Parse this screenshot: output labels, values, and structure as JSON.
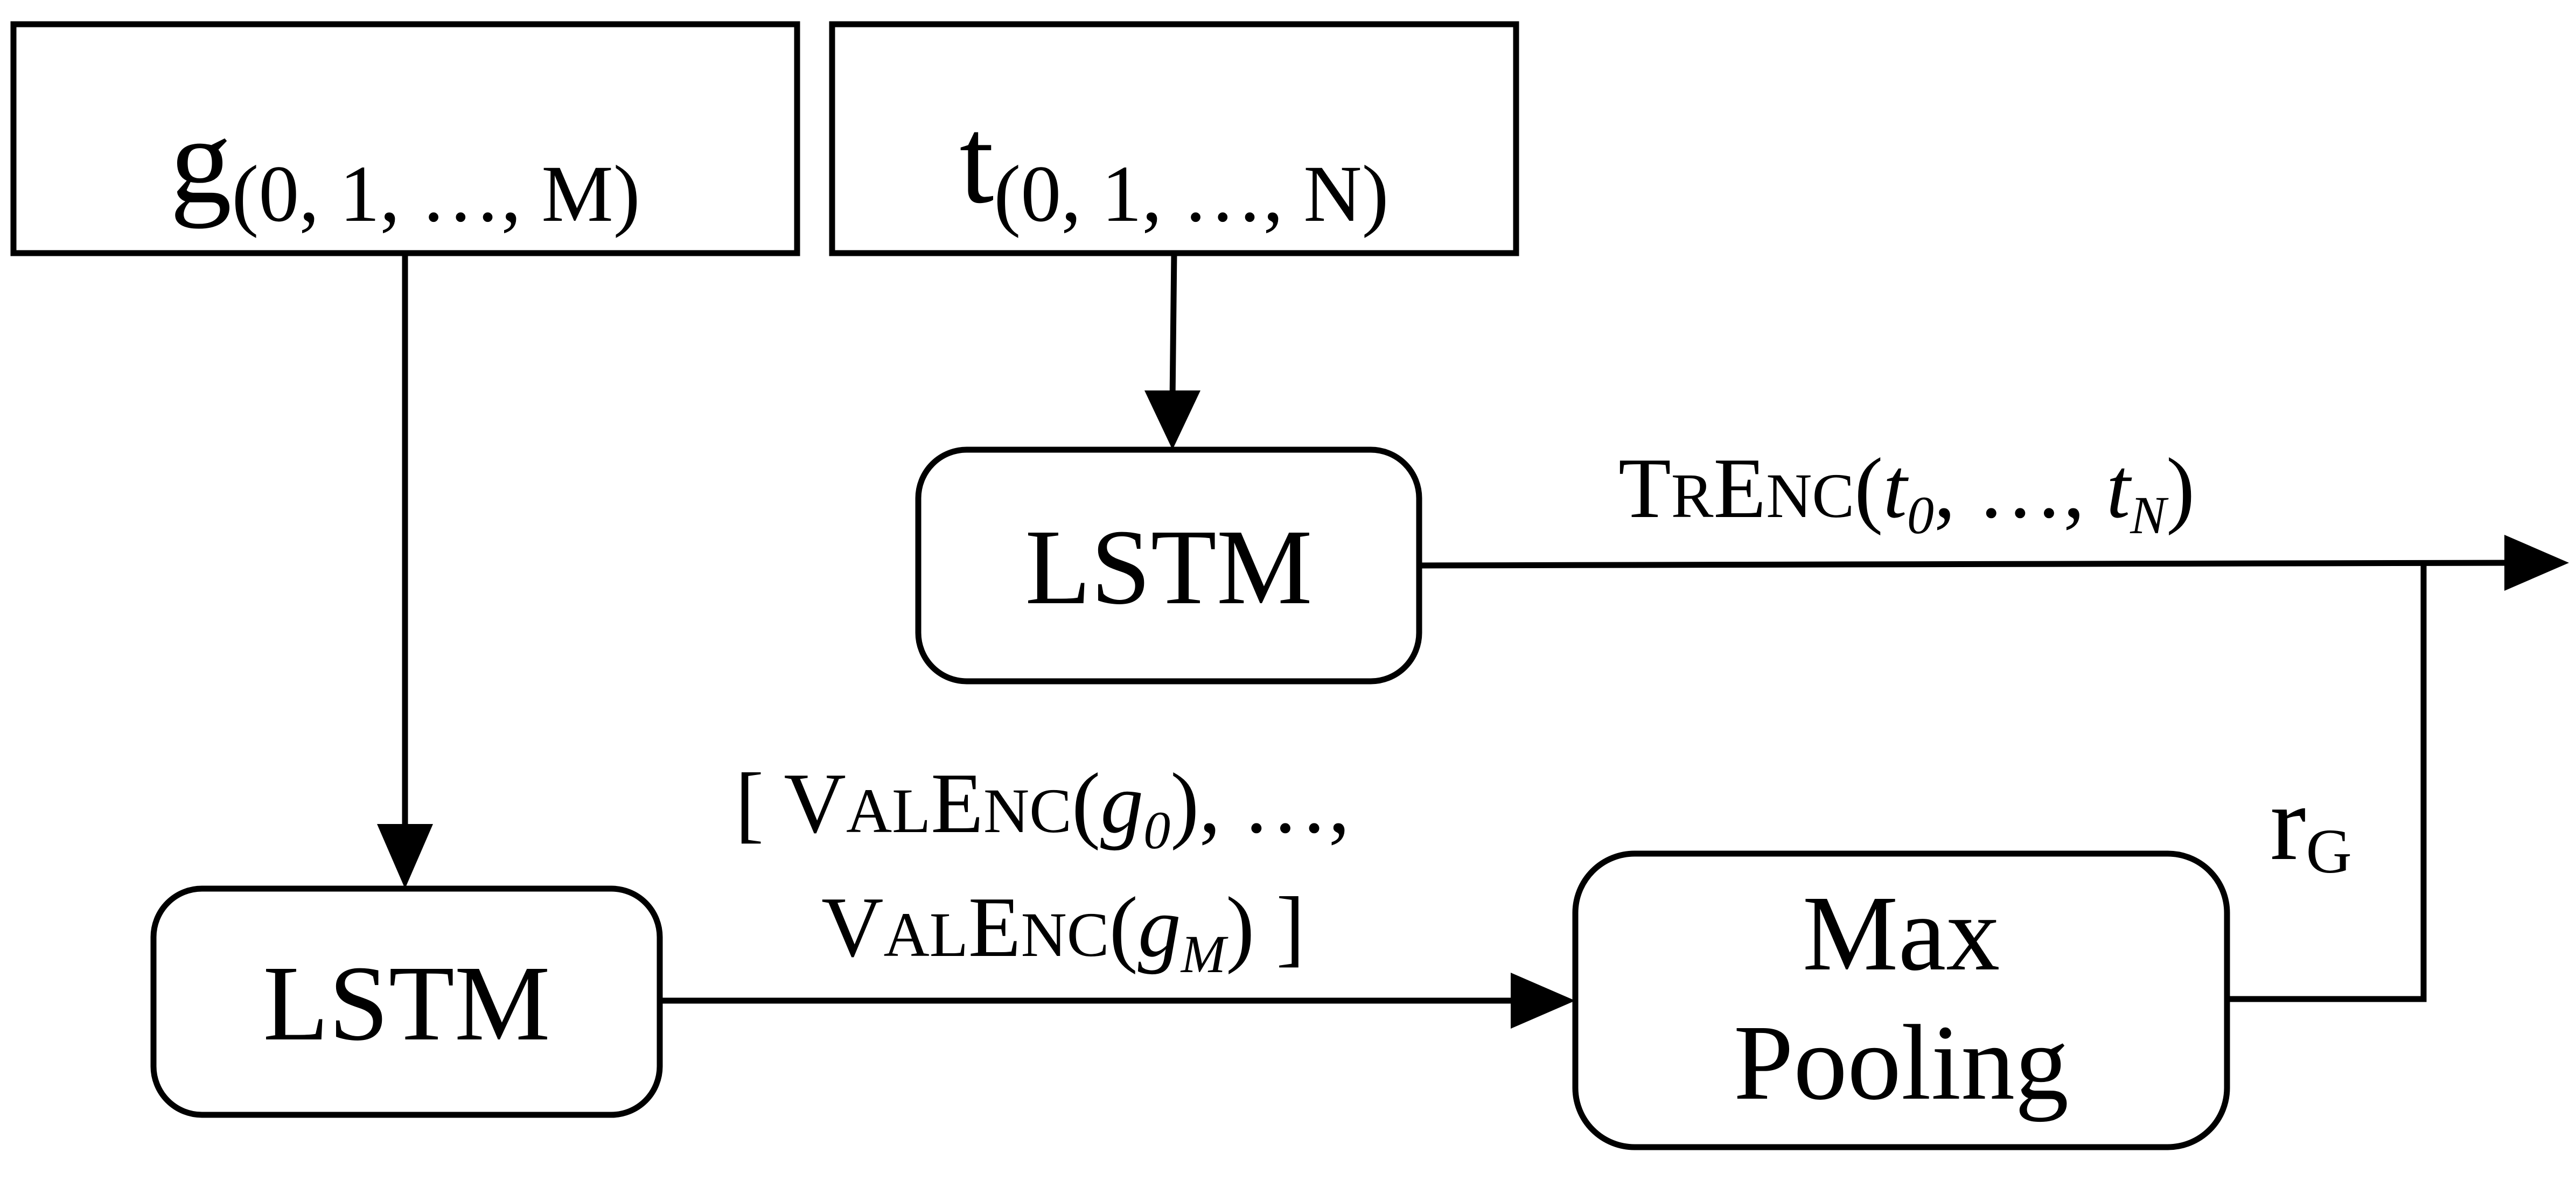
{
  "nodes": {
    "input_g": {
      "symbol": "g",
      "subscript": "(0, 1, …, M)"
    },
    "input_t": {
      "symbol": "t",
      "subscript": "(0, 1, …, N)"
    },
    "lstm_top": {
      "label": "LSTM"
    },
    "lstm_bottom": {
      "label": "LSTM"
    },
    "max_pooling": {
      "line1": "Max",
      "line2": "Pooling"
    }
  },
  "edge_labels": {
    "trenc": {
      "fn_T": "T",
      "fn_R": "R",
      "fn_E": "E",
      "fn_NC": "NC",
      "open": "(",
      "arg1": "t",
      "arg1_sub": "0",
      "sep": ", …, ",
      "arg2": "t",
      "arg2_sub": "N",
      "close": ")"
    },
    "valenc": {
      "line1": {
        "open_bracket": "[ ",
        "fn_V": "V",
        "fn_AL": "AL",
        "fn_E": "E",
        "fn_NC": "NC",
        "open": "(",
        "arg": "g",
        "arg_sub": "0",
        "tail": "), …,"
      },
      "line2": {
        "fn_V": "V",
        "fn_AL": "AL",
        "fn_E": "E",
        "fn_NC": "NC",
        "open": "(",
        "arg": "g",
        "arg_sub": "M",
        "tail": ") ]"
      }
    },
    "r_g": {
      "symbol": "r",
      "subscript": "G"
    }
  }
}
